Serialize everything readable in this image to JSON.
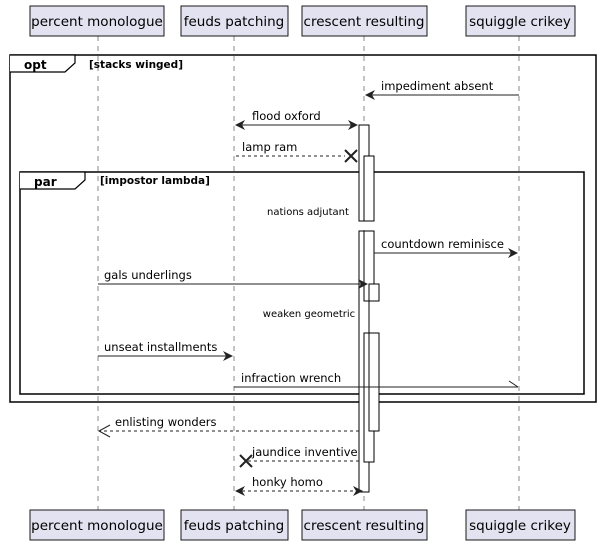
{
  "participants": [
    {
      "id": "p1",
      "label": "percent monologue"
    },
    {
      "id": "p2",
      "label": "feuds patching"
    },
    {
      "id": "p3",
      "label": "crescent resulting"
    },
    {
      "id": "p4",
      "label": "squiggle crikey"
    }
  ],
  "fragments": {
    "opt": {
      "keyword": "opt",
      "condition": "[stacks winged]"
    },
    "par": {
      "keyword": "par",
      "condition": "[impostor lambda]"
    }
  },
  "messages": [
    {
      "id": "m1",
      "from": "p4",
      "to": "p3",
      "label": "impediment absent",
      "style": "solid",
      "head": "filled"
    },
    {
      "id": "m2",
      "from": "p2",
      "to": "p3",
      "label": "flood oxford",
      "style": "solid",
      "head": "both"
    },
    {
      "id": "m3",
      "from": "p2",
      "to": "p3",
      "label": "lamp ram",
      "style": "dashed",
      "head": "x"
    },
    {
      "id": "m4",
      "from": "p3",
      "to": "p4",
      "label": "countdown reminisce",
      "style": "solid",
      "head": "filled"
    },
    {
      "id": "m5",
      "from": "p1",
      "to": "p3",
      "label": "gals underlings",
      "style": "solid",
      "head": "filled"
    },
    {
      "id": "m6",
      "from": "p1",
      "to": "p2",
      "label": "unseat installments",
      "style": "solid",
      "head": "filled"
    },
    {
      "id": "m7",
      "from": "p2",
      "to": "p4",
      "label": "infraction wrench",
      "style": "solid",
      "head": "half"
    },
    {
      "id": "m8",
      "from": "p3",
      "to": "p1",
      "label": "enlisting wonders",
      "style": "dashed",
      "head": "open"
    },
    {
      "id": "m9",
      "from": "p3",
      "to": "p2",
      "label": "jaundice inventive",
      "style": "dashed",
      "head": "x"
    },
    {
      "id": "m10",
      "from": "p2",
      "to": "p3",
      "label": "honky homo",
      "style": "dashed",
      "head": "both"
    }
  ],
  "dividers": [
    {
      "id": "d1",
      "label": "nations adjutant"
    },
    {
      "id": "d2",
      "label": "weaken geometric"
    }
  ]
}
